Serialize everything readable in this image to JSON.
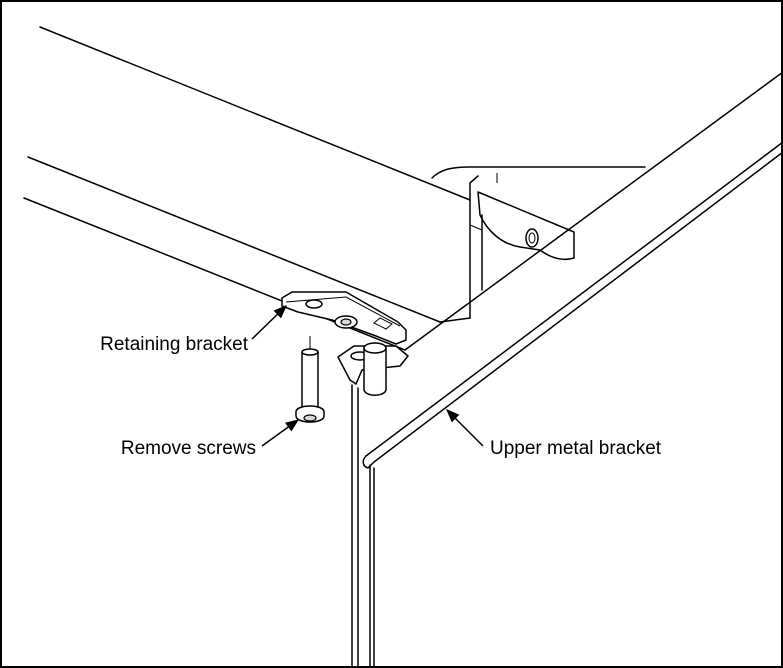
{
  "figure": {
    "border_color": "#000000",
    "line_color": "#000000",
    "background": "#ffffff"
  },
  "callouts": {
    "retaining_bracket": "Retaining bracket",
    "remove_screws": "Remove screws",
    "upper_metal_bracket": "Upper metal bracket"
  }
}
